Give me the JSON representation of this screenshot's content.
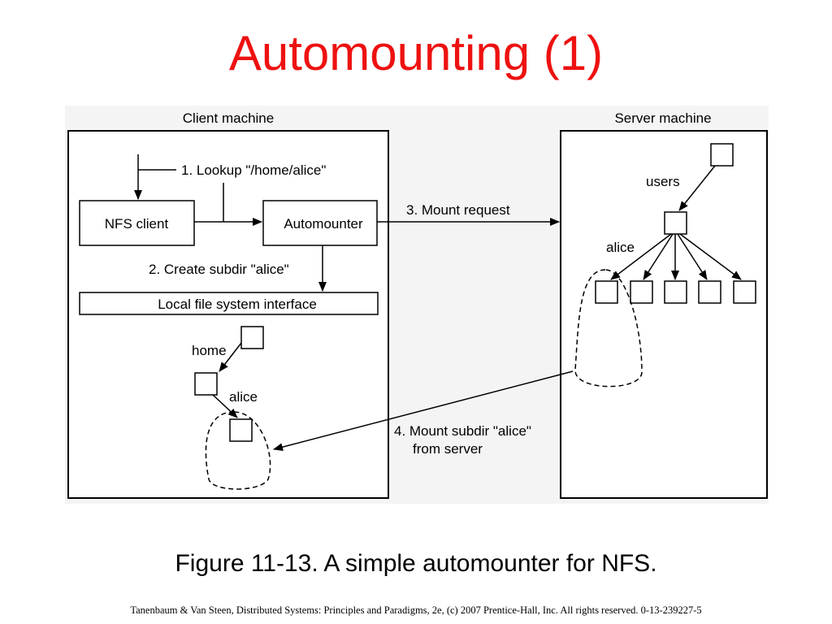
{
  "slide": {
    "title": "Automounting (1)",
    "caption": "Figure 11-13. A simple automounter for NFS.",
    "footer": "Tanenbaum & Van Steen, Distributed Systems: Principles and Paradigms, 2e, (c) 2007 Prentice-Hall, Inc. All rights reserved. 0-13-239227-5"
  },
  "colors": {
    "title": "#ee1111",
    "diagram_background": "#f4f4f4",
    "box_fill": "#ffffff",
    "line": "#000000"
  },
  "diagram": {
    "client_label": "Client machine",
    "server_label": "Server machine",
    "nfs_client": "NFS client",
    "automounter": "Automounter",
    "local_fs": "Local file system interface",
    "step1": "1. Lookup \"/home/alice\"",
    "step2": "2. Create subdir \"alice\"",
    "step3": "3. Mount request",
    "step4_line1": "4. Mount subdir \"alice\"",
    "step4_line2": "from server",
    "client_home": "home",
    "client_alice": "alice",
    "server_users": "users",
    "server_alice": "alice"
  }
}
